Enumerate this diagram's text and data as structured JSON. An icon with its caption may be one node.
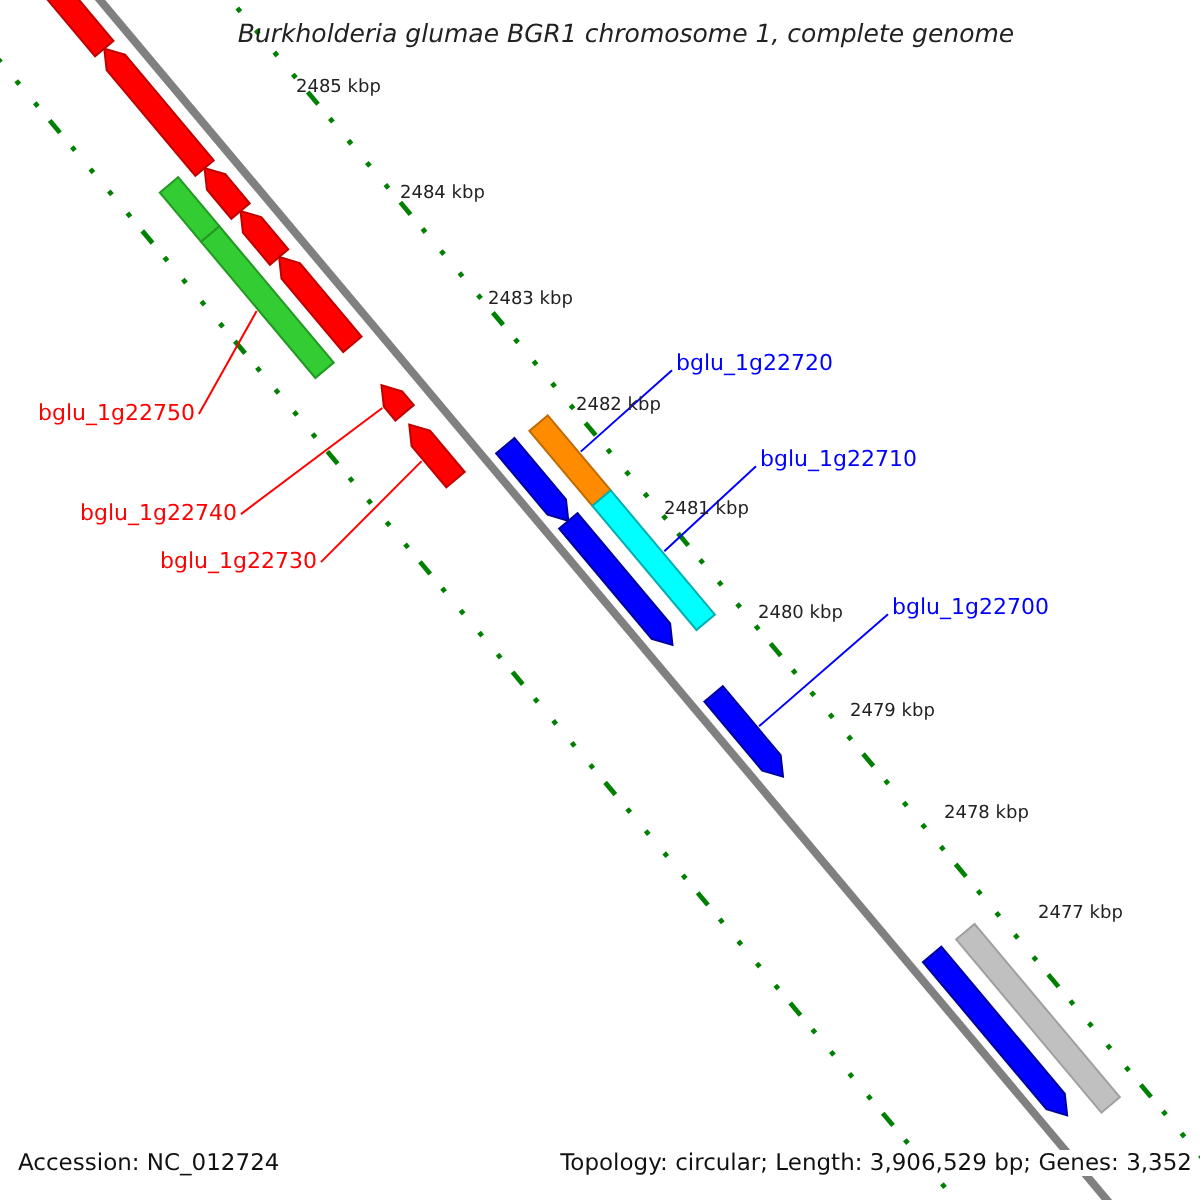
{
  "diagram": {
    "title": "Burkholderia glumae BGR1 chromosome 1, complete genome",
    "nodes": [
      {
        "text": [
          "bglu_1g22720"
        ]
      },
      {
        "text": [
          "bglu_1g22750"
        ]
      },
      {
        "text": [
          "bglu_1g22710"
        ]
      },
      {
        "text": [
          "bglu_1g22740"
        ]
      },
      {
        "text": [
          "bglu_1g22730"
        ]
      },
      {
        "text": [
          "bglu_1g22700"
        ]
      },
      {
        "text": [],
        "shape": "bar"
      },
      {
        "text": [],
        "shape": "bar"
      },
      {
        "text": [],
        "shape": "bar"
      },
      {
        "text": [],
        "shape": "bar"
      },
      {
        "text": [],
        "shape": "bar"
      },
      {
        "text": [],
        "shape": "bar"
      },
      {
        "text": [],
        "shape": "bar"
      },
      {
        "text": [],
        "shape": "bar"
      },
      {
        "text": [],
        "shape": "bar"
      },
      {
        "text": [],
        "shape": "bar"
      },
      {
        "text": [],
        "shape": "bar"
      },
      {
        "text": [],
        "shape": "bar"
      },
      {
        "text": [],
        "shape": "bar"
      },
      {
        "text": [],
        "shape": "bar"
      },
      {
        "text": [],
        "shape": "bar"
      },
      {
        "text": [],
        "shape": "bar"
      }
    ],
    "edges": [
      {
        "from": 0,
        "to": 8,
        "arrow": "none",
        "color": "#0000ff"
      },
      {
        "from": 1,
        "to": 6,
        "arrow": "none",
        "color": "#ff0000"
      },
      {
        "from": 2,
        "to": 10,
        "arrow": "none",
        "color": "#0000ff"
      },
      {
        "from": 3,
        "to": 7,
        "arrow": "none",
        "color": "#ff0000"
      },
      {
        "from": 4,
        "to": 9,
        "arrow": "none",
        "color": "#ff0000"
      },
      {
        "from": 5,
        "to": 11,
        "arrow": "none",
        "color": "#0000ff"
      }
    ],
    "labels": [
      "2485 kbp",
      "2484 kbp",
      "2483 kbp",
      "2482 kbp",
      "2481 kbp",
      "2480 kbp",
      "2479 kbp",
      "2478 kbp",
      "2477 kbp",
      "Accession: NC_012724",
      "Topology: circular; Length: 3,906,529 bp; Genes: 3,352"
    ]
  }
}
